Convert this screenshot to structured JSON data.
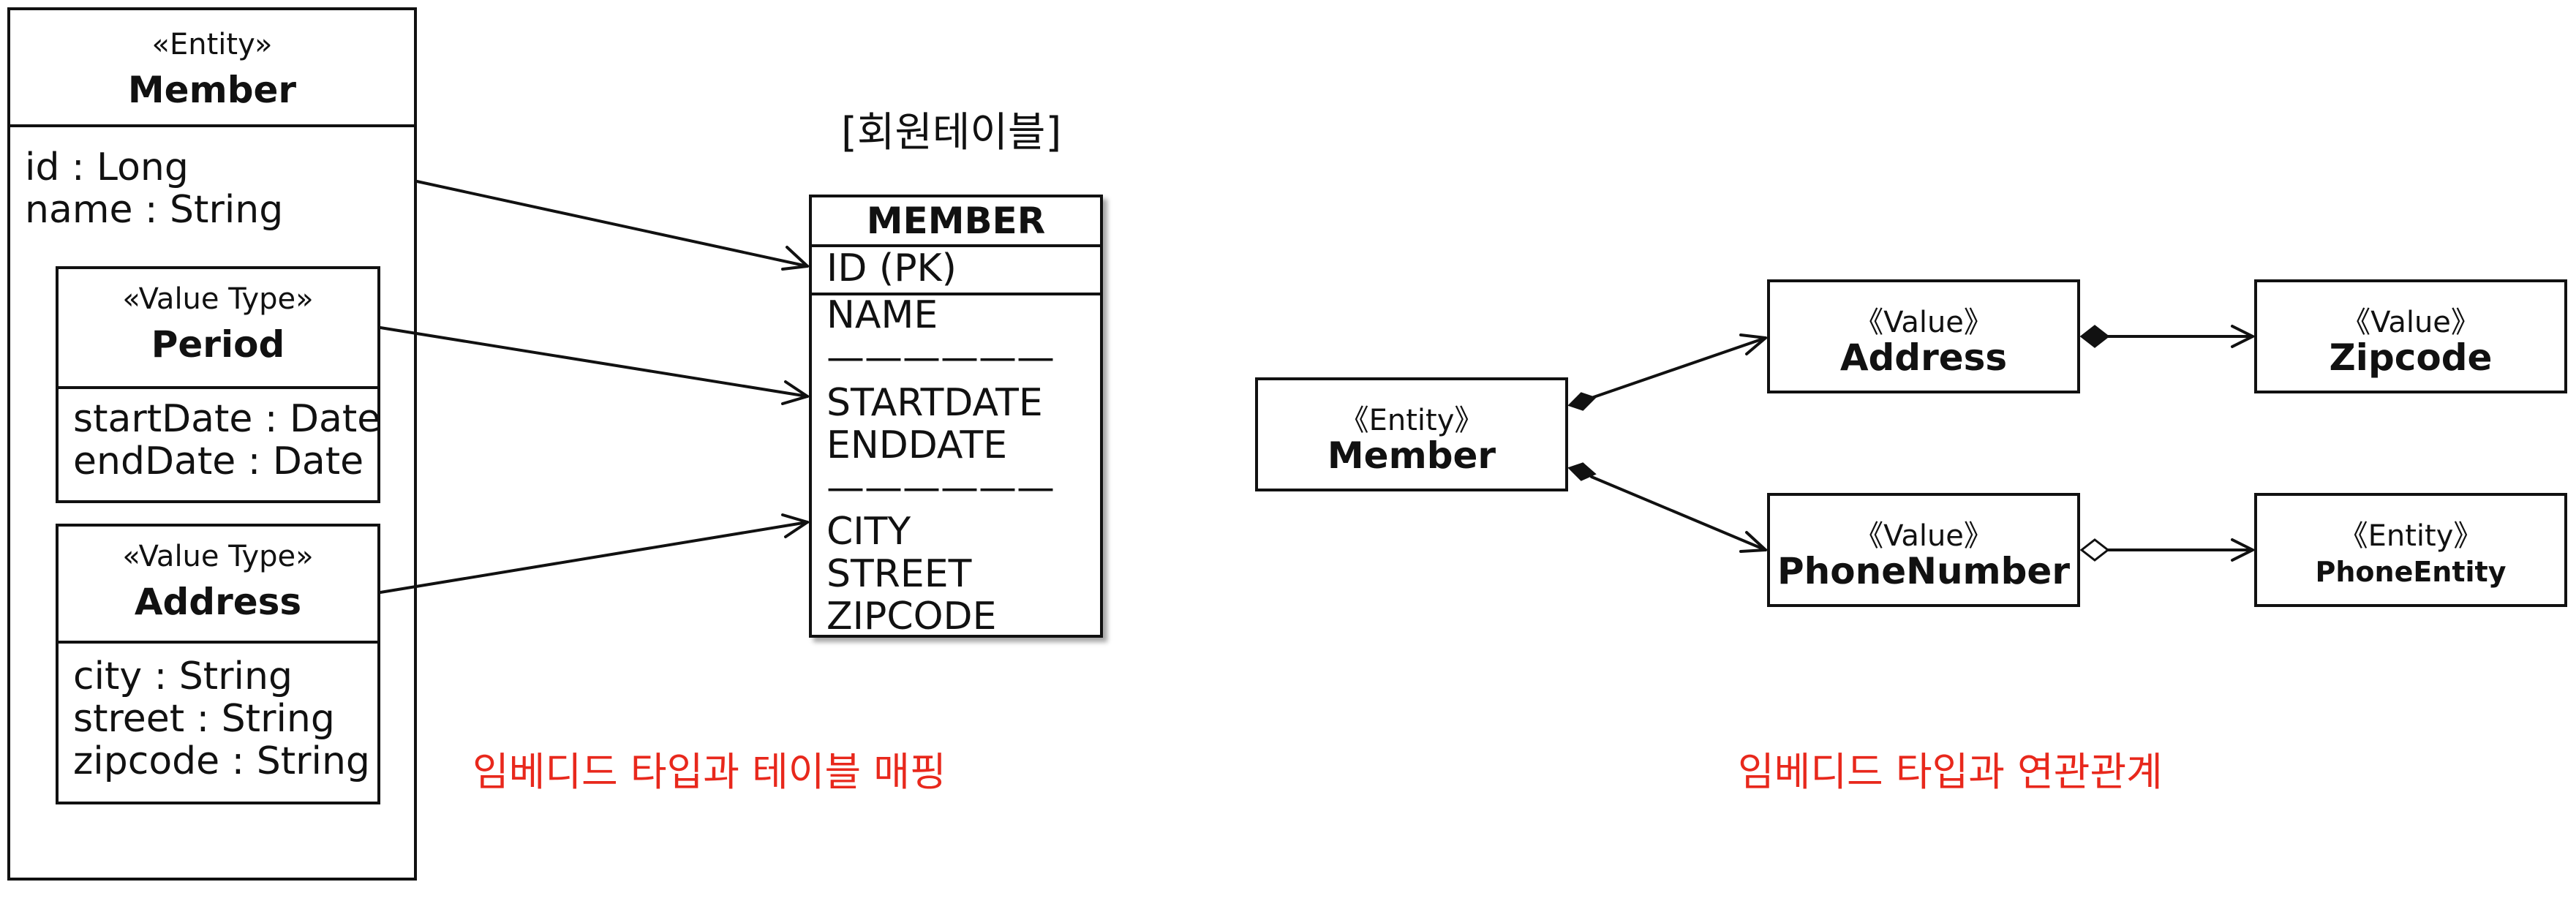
{
  "left_diagram": {
    "member_entity": {
      "stereotype": "«Entity»",
      "name": "Member",
      "attributes": [
        "id : Long",
        "name : String"
      ]
    },
    "period": {
      "stereotype": "«Value Type»",
      "name": "Period",
      "attributes": [
        "startDate : Date",
        "endDate : Date"
      ]
    },
    "address": {
      "stereotype": "«Value Type»",
      "name": "Address",
      "attributes": [
        "city : String",
        "street : String",
        "zipcode : String"
      ]
    },
    "table_caption": "[회원테이블]",
    "table": {
      "name": "MEMBER",
      "pk": "ID (PK)",
      "columns": [
        "NAME",
        "——————",
        "STARTDATE",
        "ENDDATE",
        "——————",
        "CITY",
        "STREET",
        "ZIPCODE"
      ]
    },
    "caption": "임베디드 타입과 테이블 매핑"
  },
  "right_diagram": {
    "member": {
      "stereotype": "《Entity》",
      "name": "Member"
    },
    "address": {
      "stereotype": "《Value》",
      "name": "Address"
    },
    "zipcode": {
      "stereotype": "《Value》",
      "name": "Zipcode"
    },
    "phone_number": {
      "stereotype": "《Value》",
      "name": "PhoneNumber"
    },
    "phone_entity": {
      "stereotype": "《Entity》",
      "name": "PhoneEntity"
    },
    "caption": "임베디드 타입과 연관관계"
  },
  "colors": {
    "caption": "#e8281c",
    "line": "#111111"
  }
}
